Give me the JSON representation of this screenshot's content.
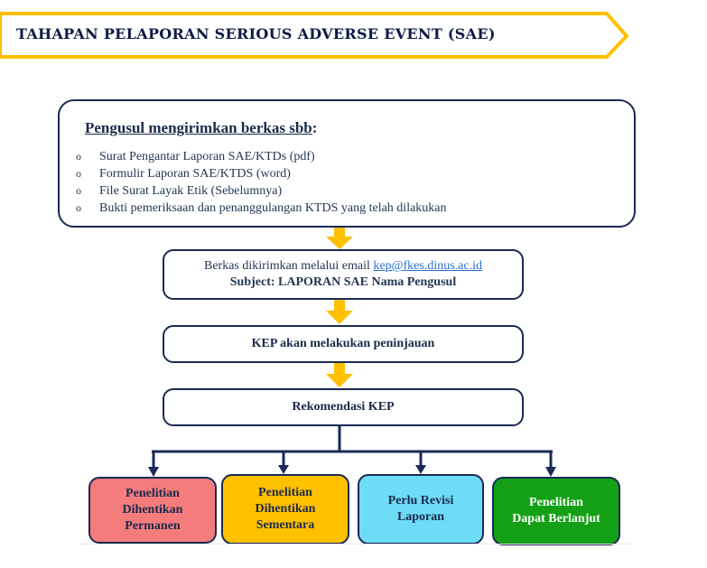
{
  "header": {
    "title": "TAHAPAN PELAPORAN SERIOUS ADVERSE EVENT (SAE)"
  },
  "submission": {
    "heading": "Pengusul mengirimkan berkas sbb",
    "heading_suffix": ":",
    "bullet": "o",
    "items": [
      "Surat Pengantar Laporan SAE/KTDs (pdf)",
      "Formulir Laporan SAE/KTDS (word)",
      "File Surat Layak Etik (Sebelumnya)",
      "Bukti pemeriksaan dan penanggulangan KTDS yang telah dilakukan"
    ]
  },
  "email_step": {
    "prefix": "Berkas dikirimkan melalui email ",
    "email": "kep@fkes.dinus.ac.id",
    "subject_label": "Subject: ",
    "subject_value": "LAPORAN SAE Nama Pengusul"
  },
  "review_step": {
    "label": "KEP akan melakukan peninjauan"
  },
  "recommendation_step": {
    "label": "Rekomendasi KEP"
  },
  "outcomes": [
    {
      "line1": "Penelitian",
      "line2": "Dihentikan",
      "line3": "Permanen"
    },
    {
      "line1": "Penelitian",
      "line2": "Dihentikan",
      "line3": "Sementara"
    },
    {
      "line1": "Perlu Revisi",
      "line2": "Laporan"
    },
    {
      "line1": "Penelitian",
      "line2": "Dapat Berlanjut"
    }
  ],
  "colors": {
    "accent_yellow": "#ffc000",
    "border_navy": "#1a2a55",
    "outcome_permanent": "#f47c7c",
    "outcome_temporary": "#ffc000",
    "outcome_revision": "#6fdcf7",
    "outcome_continue": "#14a016"
  }
}
